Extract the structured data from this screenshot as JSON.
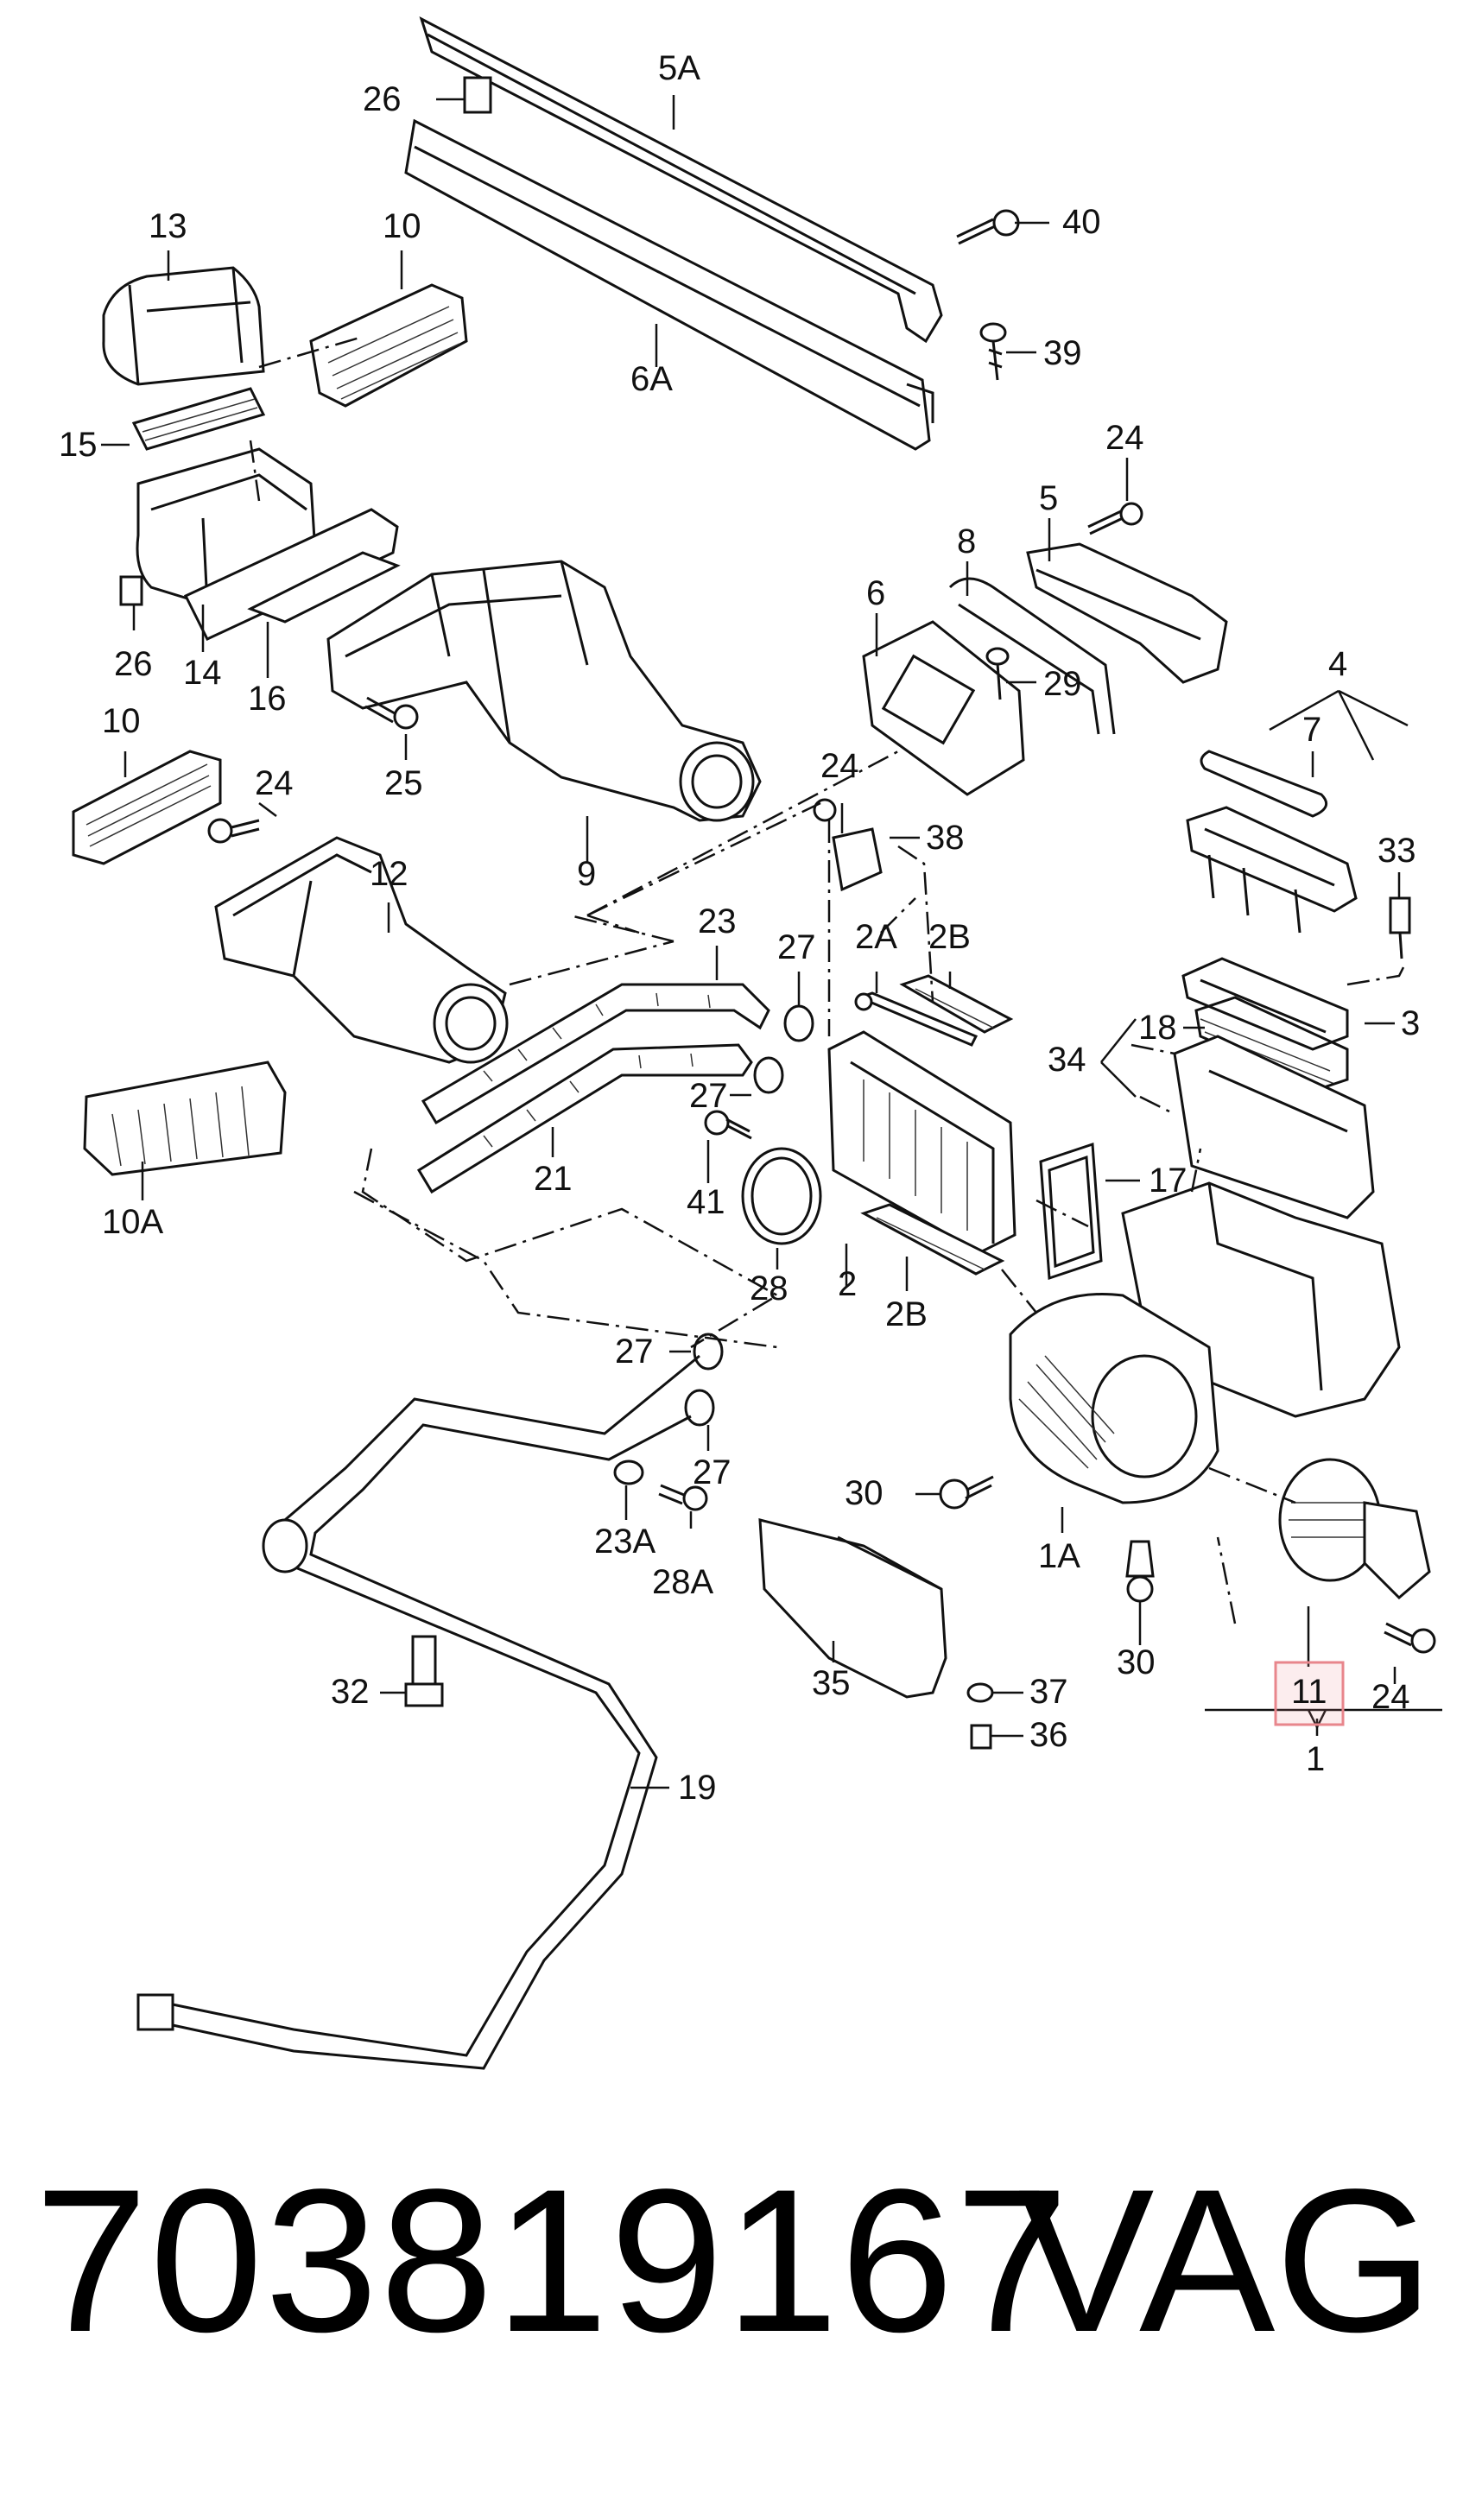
{
  "callouts": [
    {
      "id": "c-26a",
      "text": "26",
      "highlight": false
    },
    {
      "id": "c-5A",
      "text": "5A",
      "highlight": false
    },
    {
      "id": "c-40",
      "text": "40",
      "highlight": false
    },
    {
      "id": "c-13",
      "text": "13",
      "highlight": false
    },
    {
      "id": "c-10a",
      "text": "10",
      "highlight": false
    },
    {
      "id": "c-39",
      "text": "39",
      "highlight": false
    },
    {
      "id": "c-6A",
      "text": "6A",
      "highlight": false
    },
    {
      "id": "c-15",
      "text": "15",
      "highlight": false
    },
    {
      "id": "c-24a",
      "text": "24",
      "highlight": false
    },
    {
      "id": "c-5",
      "text": "5",
      "highlight": false
    },
    {
      "id": "c-8",
      "text": "8",
      "highlight": false
    },
    {
      "id": "c-6",
      "text": "6",
      "highlight": false
    },
    {
      "id": "c-26b",
      "text": "26",
      "highlight": false
    },
    {
      "id": "c-14",
      "text": "14",
      "highlight": false
    },
    {
      "id": "c-16",
      "text": "16",
      "highlight": false
    },
    {
      "id": "c-29",
      "text": "29",
      "highlight": false
    },
    {
      "id": "c-4",
      "text": "4",
      "highlight": false
    },
    {
      "id": "c-10b",
      "text": "10",
      "highlight": false
    },
    {
      "id": "c-24b",
      "text": "24",
      "highlight": false
    },
    {
      "id": "c-25",
      "text": "25",
      "highlight": false
    },
    {
      "id": "c-7",
      "text": "7",
      "highlight": false
    },
    {
      "id": "c-24c",
      "text": "24",
      "highlight": false
    },
    {
      "id": "c-38",
      "text": "38",
      "highlight": false
    },
    {
      "id": "c-9",
      "text": "9",
      "highlight": false
    },
    {
      "id": "c-12",
      "text": "12",
      "highlight": false
    },
    {
      "id": "c-33",
      "text": "33",
      "highlight": false
    },
    {
      "id": "c-23",
      "text": "23",
      "highlight": false
    },
    {
      "id": "c-27a",
      "text": "27",
      "highlight": false
    },
    {
      "id": "c-2A",
      "text": "2A",
      "highlight": false
    },
    {
      "id": "c-2Ba",
      "text": "2B",
      "highlight": false
    },
    {
      "id": "c-18",
      "text": "18",
      "highlight": false
    },
    {
      "id": "c-3",
      "text": "3",
      "highlight": false
    },
    {
      "id": "c-34",
      "text": "34",
      "highlight": false
    },
    {
      "id": "c-27b",
      "text": "27",
      "highlight": false
    },
    {
      "id": "c-10A",
      "text": "10A",
      "highlight": false
    },
    {
      "id": "c-21",
      "text": "21",
      "highlight": false
    },
    {
      "id": "c-41",
      "text": "41",
      "highlight": false
    },
    {
      "id": "c-17",
      "text": "17",
      "highlight": false
    },
    {
      "id": "c-28",
      "text": "28",
      "highlight": false
    },
    {
      "id": "c-2",
      "text": "2",
      "highlight": false
    },
    {
      "id": "c-2Bb",
      "text": "2B",
      "highlight": false
    },
    {
      "id": "c-27c",
      "text": "27",
      "highlight": false
    },
    {
      "id": "c-27d",
      "text": "27",
      "highlight": false
    },
    {
      "id": "c-30a",
      "text": "30",
      "highlight": false
    },
    {
      "id": "c-23A",
      "text": "23A",
      "highlight": false
    },
    {
      "id": "c-28A",
      "text": "28A",
      "highlight": false
    },
    {
      "id": "c-1A",
      "text": "1A",
      "highlight": false
    },
    {
      "id": "c-30b",
      "text": "30",
      "highlight": false
    },
    {
      "id": "c-32",
      "text": "32",
      "highlight": false
    },
    {
      "id": "c-35",
      "text": "35",
      "highlight": false
    },
    {
      "id": "c-37",
      "text": "37",
      "highlight": false
    },
    {
      "id": "c-36",
      "text": "36",
      "highlight": false
    },
    {
      "id": "c-11",
      "text": "11",
      "highlight": true
    },
    {
      "id": "c-24d",
      "text": "24",
      "highlight": false
    },
    {
      "id": "c-1",
      "text": "1",
      "highlight": false
    },
    {
      "id": "c-19",
      "text": "19",
      "highlight": false
    }
  ],
  "highlight_color": "#e8868c",
  "footer": {
    "part_number": "703819167",
    "brand": "VAG"
  }
}
